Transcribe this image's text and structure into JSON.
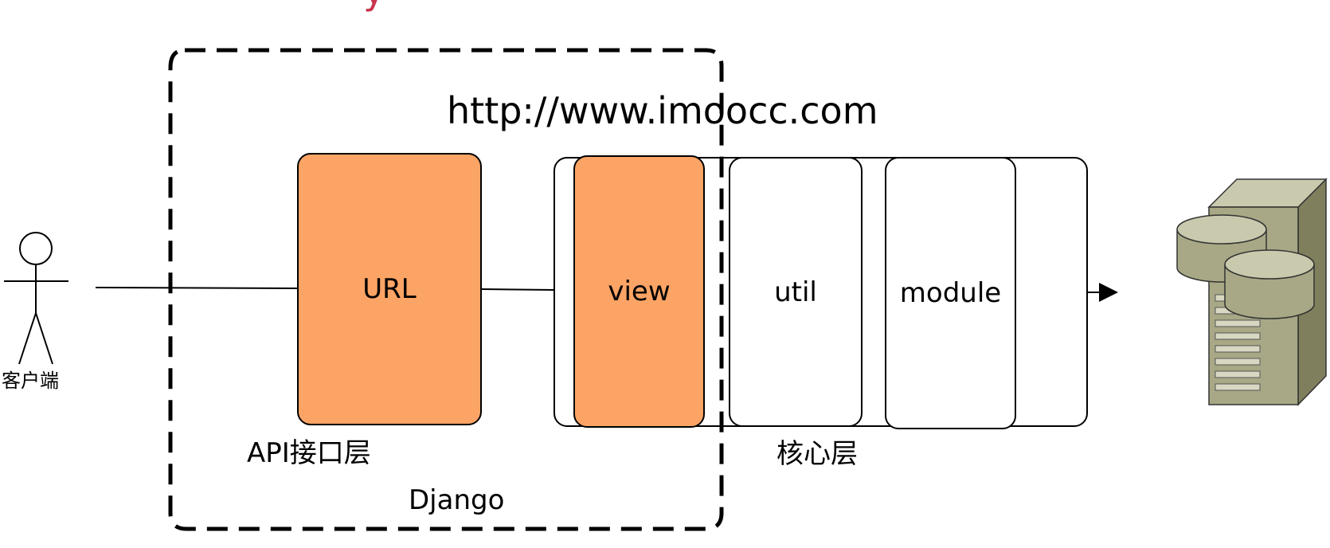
{
  "title_fragment": "y",
  "watermark": "http://www.imoocc.com",
  "actor": {
    "label": "客户端",
    "icon": "user-actor-icon"
  },
  "boxes": {
    "url": "URL",
    "view": "view",
    "util": "util",
    "module": "module"
  },
  "groups": {
    "api_layer": "API接口层",
    "core_layer": "核心层",
    "django": "Django"
  },
  "server": {
    "icon": "database-server-icon"
  },
  "colors": {
    "accent_fill": "#fba465",
    "title_accent": "#c8364f",
    "server_light": "#c9c9ae",
    "server_mid": "#a8a886",
    "server_dark": "#7f7f5d",
    "stroke": "#000000"
  }
}
